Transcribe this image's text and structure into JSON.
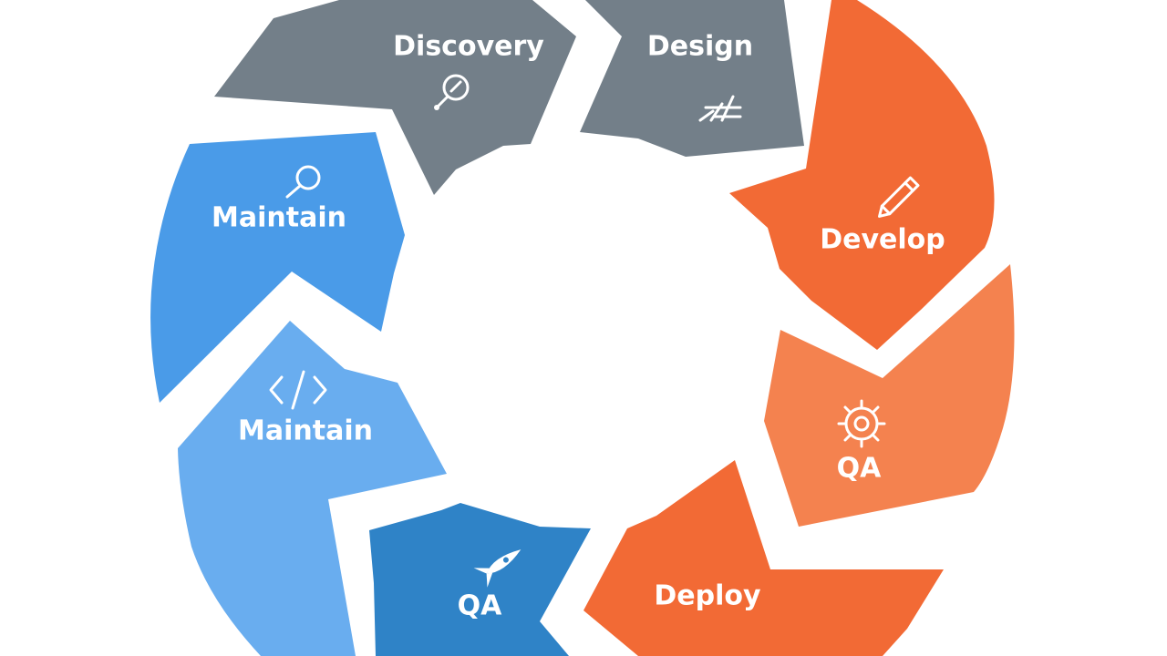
{
  "diagram": {
    "segments": [
      {
        "id": "discovery",
        "label": "Discovery",
        "color": "#737f89",
        "icon": "lightbulb-icon"
      },
      {
        "id": "design",
        "label": "Design",
        "color": "#737f89",
        "icon": "tools-icon"
      },
      {
        "id": "develop",
        "label": "Develop",
        "color": "#f26a35",
        "icon": "pencil-icon"
      },
      {
        "id": "qa-orange",
        "label": "QA",
        "color": "#f4824f",
        "icon": "gear-icon"
      },
      {
        "id": "deploy",
        "label": "Deploy",
        "color": "#f26a35",
        "icon": "none"
      },
      {
        "id": "qa-blue",
        "label": "QA",
        "color": "#2f83c7",
        "icon": "rocket-icon"
      },
      {
        "id": "maintain-light",
        "label": "Maintain",
        "color": "#69adef",
        "icon": "code-icon"
      },
      {
        "id": "maintain-blue",
        "label": "Maintain",
        "color": "#4a9be8",
        "icon": "search-icon"
      }
    ]
  }
}
